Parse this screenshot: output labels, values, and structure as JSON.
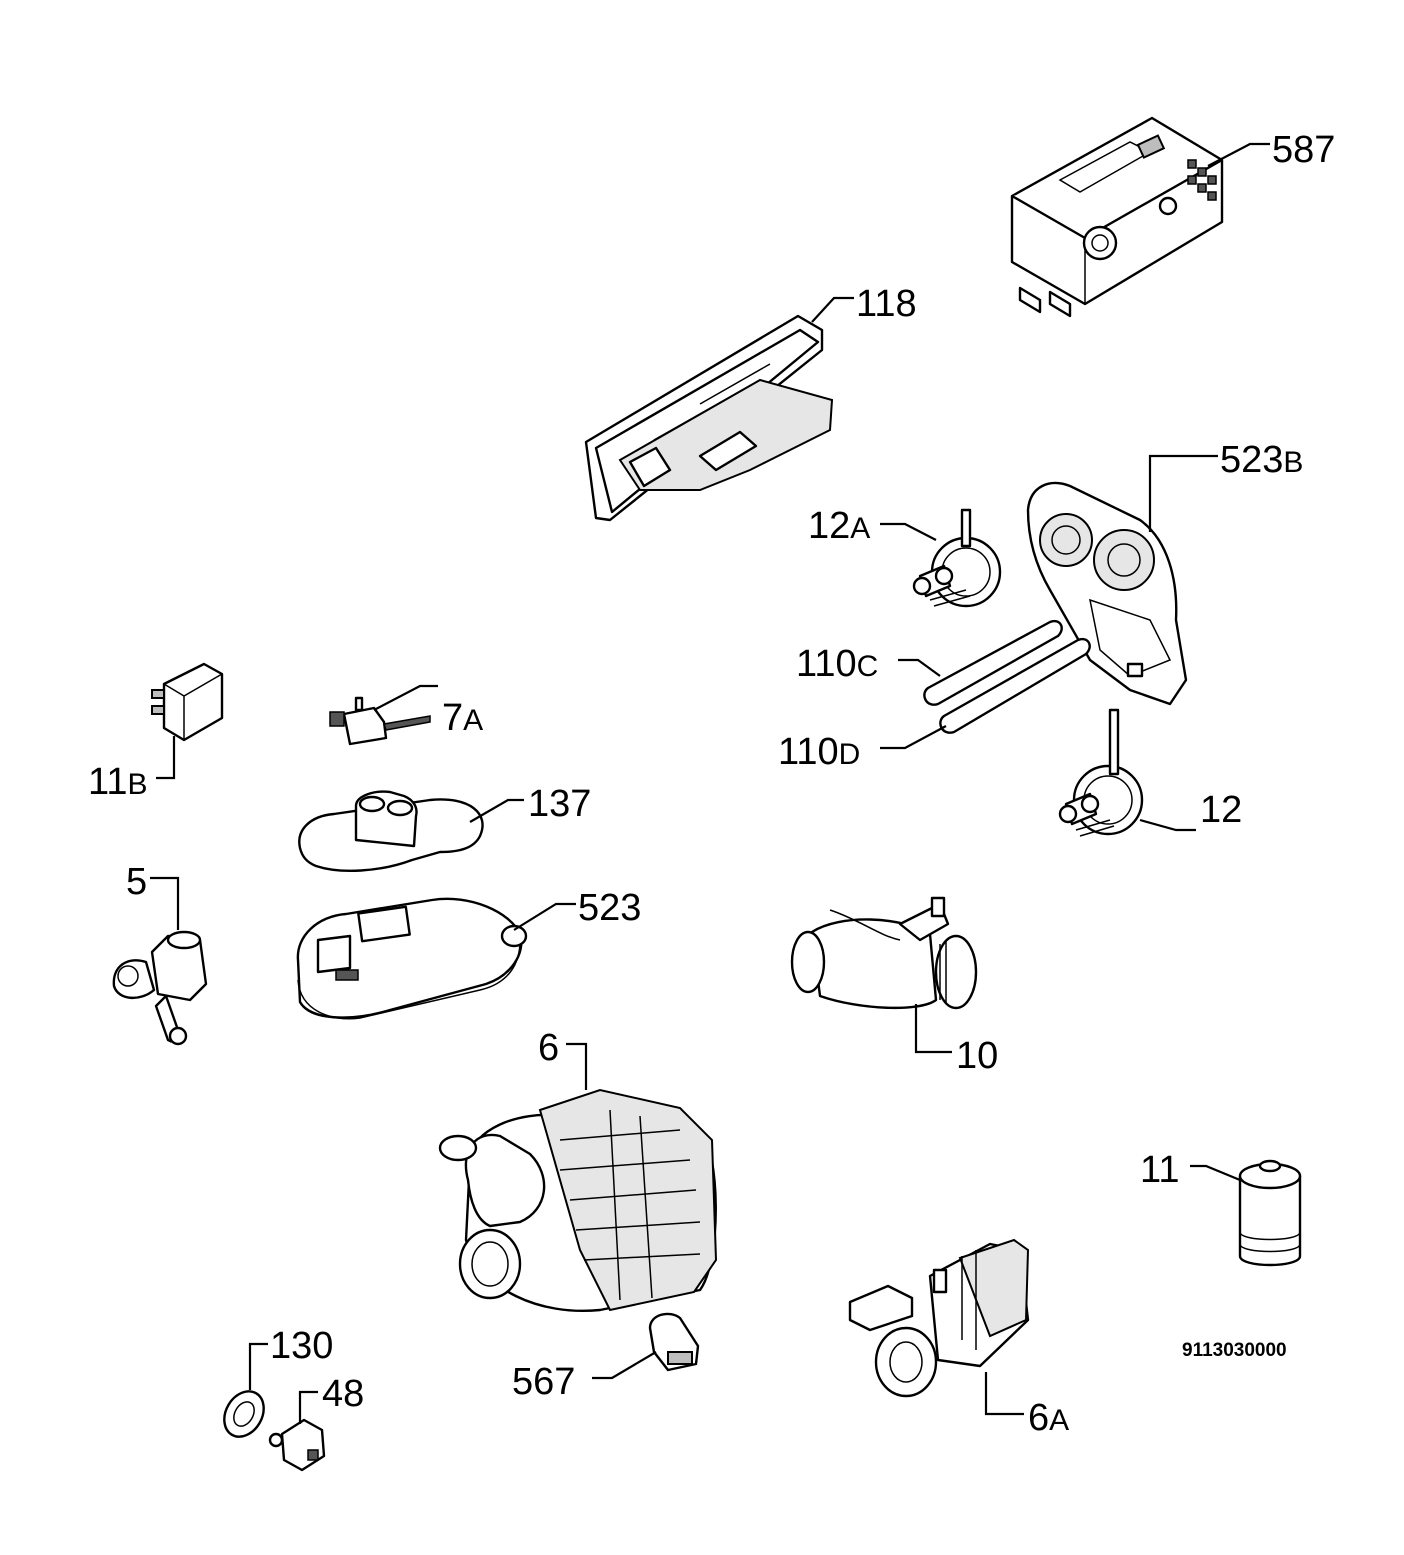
{
  "diagram": {
    "code": "9113030000",
    "callouts": [
      {
        "id": "587",
        "num": "587",
        "suffix": ""
      },
      {
        "id": "118",
        "num": "118",
        "suffix": ""
      },
      {
        "id": "523b",
        "num": "523",
        "suffix": "B"
      },
      {
        "id": "12a",
        "num": "12",
        "suffix": "A"
      },
      {
        "id": "110c",
        "num": "110",
        "suffix": "C"
      },
      {
        "id": "110d",
        "num": "110",
        "suffix": "D"
      },
      {
        "id": "12",
        "num": "12",
        "suffix": ""
      },
      {
        "id": "11b",
        "num": "11",
        "suffix": "B"
      },
      {
        "id": "7a",
        "num": "7",
        "suffix": "A"
      },
      {
        "id": "137",
        "num": "137",
        "suffix": ""
      },
      {
        "id": "5",
        "num": "5",
        "suffix": ""
      },
      {
        "id": "523",
        "num": "523",
        "suffix": ""
      },
      {
        "id": "10",
        "num": "10",
        "suffix": ""
      },
      {
        "id": "6",
        "num": "6",
        "suffix": ""
      },
      {
        "id": "11",
        "num": "11",
        "suffix": ""
      },
      {
        "id": "130",
        "num": "130",
        "suffix": ""
      },
      {
        "id": "48",
        "num": "48",
        "suffix": ""
      },
      {
        "id": "567",
        "num": "567",
        "suffix": ""
      },
      {
        "id": "6a",
        "num": "6",
        "suffix": "A"
      }
    ]
  }
}
